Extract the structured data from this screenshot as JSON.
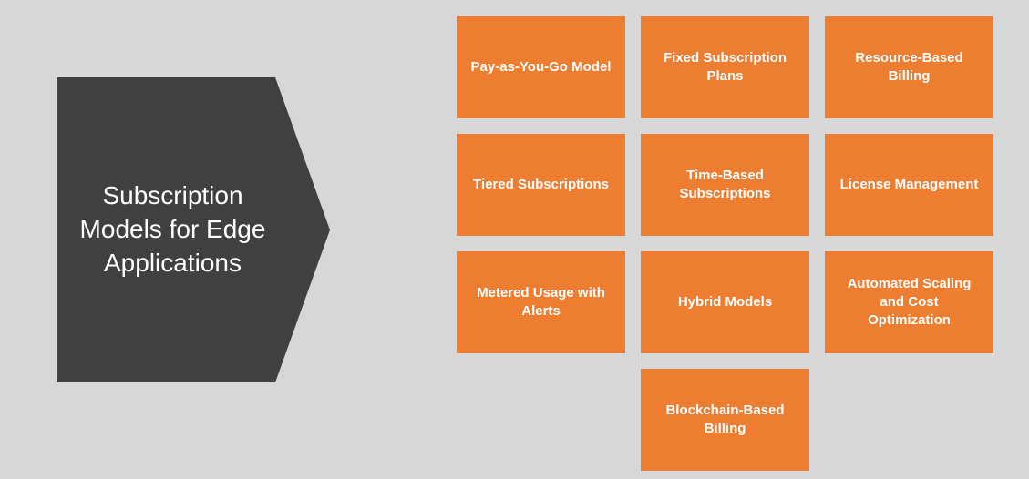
{
  "title": "Subscription Models for Edge Applications",
  "colors": {
    "background": "#d7d7d7",
    "arrow_fill": "#404040",
    "box_fill": "#ED7D31",
    "text": "#ffffff"
  },
  "arrow": {
    "label": "Subscription Models for Edge Applications"
  },
  "boxes": [
    {
      "label": "Pay-as-You-Go Model"
    },
    {
      "label": "Fixed Subscription Plans"
    },
    {
      "label": "Resource-Based Billing"
    },
    {
      "label": "Tiered Subscriptions"
    },
    {
      "label": "Time-Based Subscriptions"
    },
    {
      "label": "License Management"
    },
    {
      "label": "Metered Usage with Alerts"
    },
    {
      "label": "Hybrid Models"
    },
    {
      "label": "Automated Scaling and Cost Optimization"
    },
    {
      "label": "Blockchain-Based Billing"
    }
  ]
}
